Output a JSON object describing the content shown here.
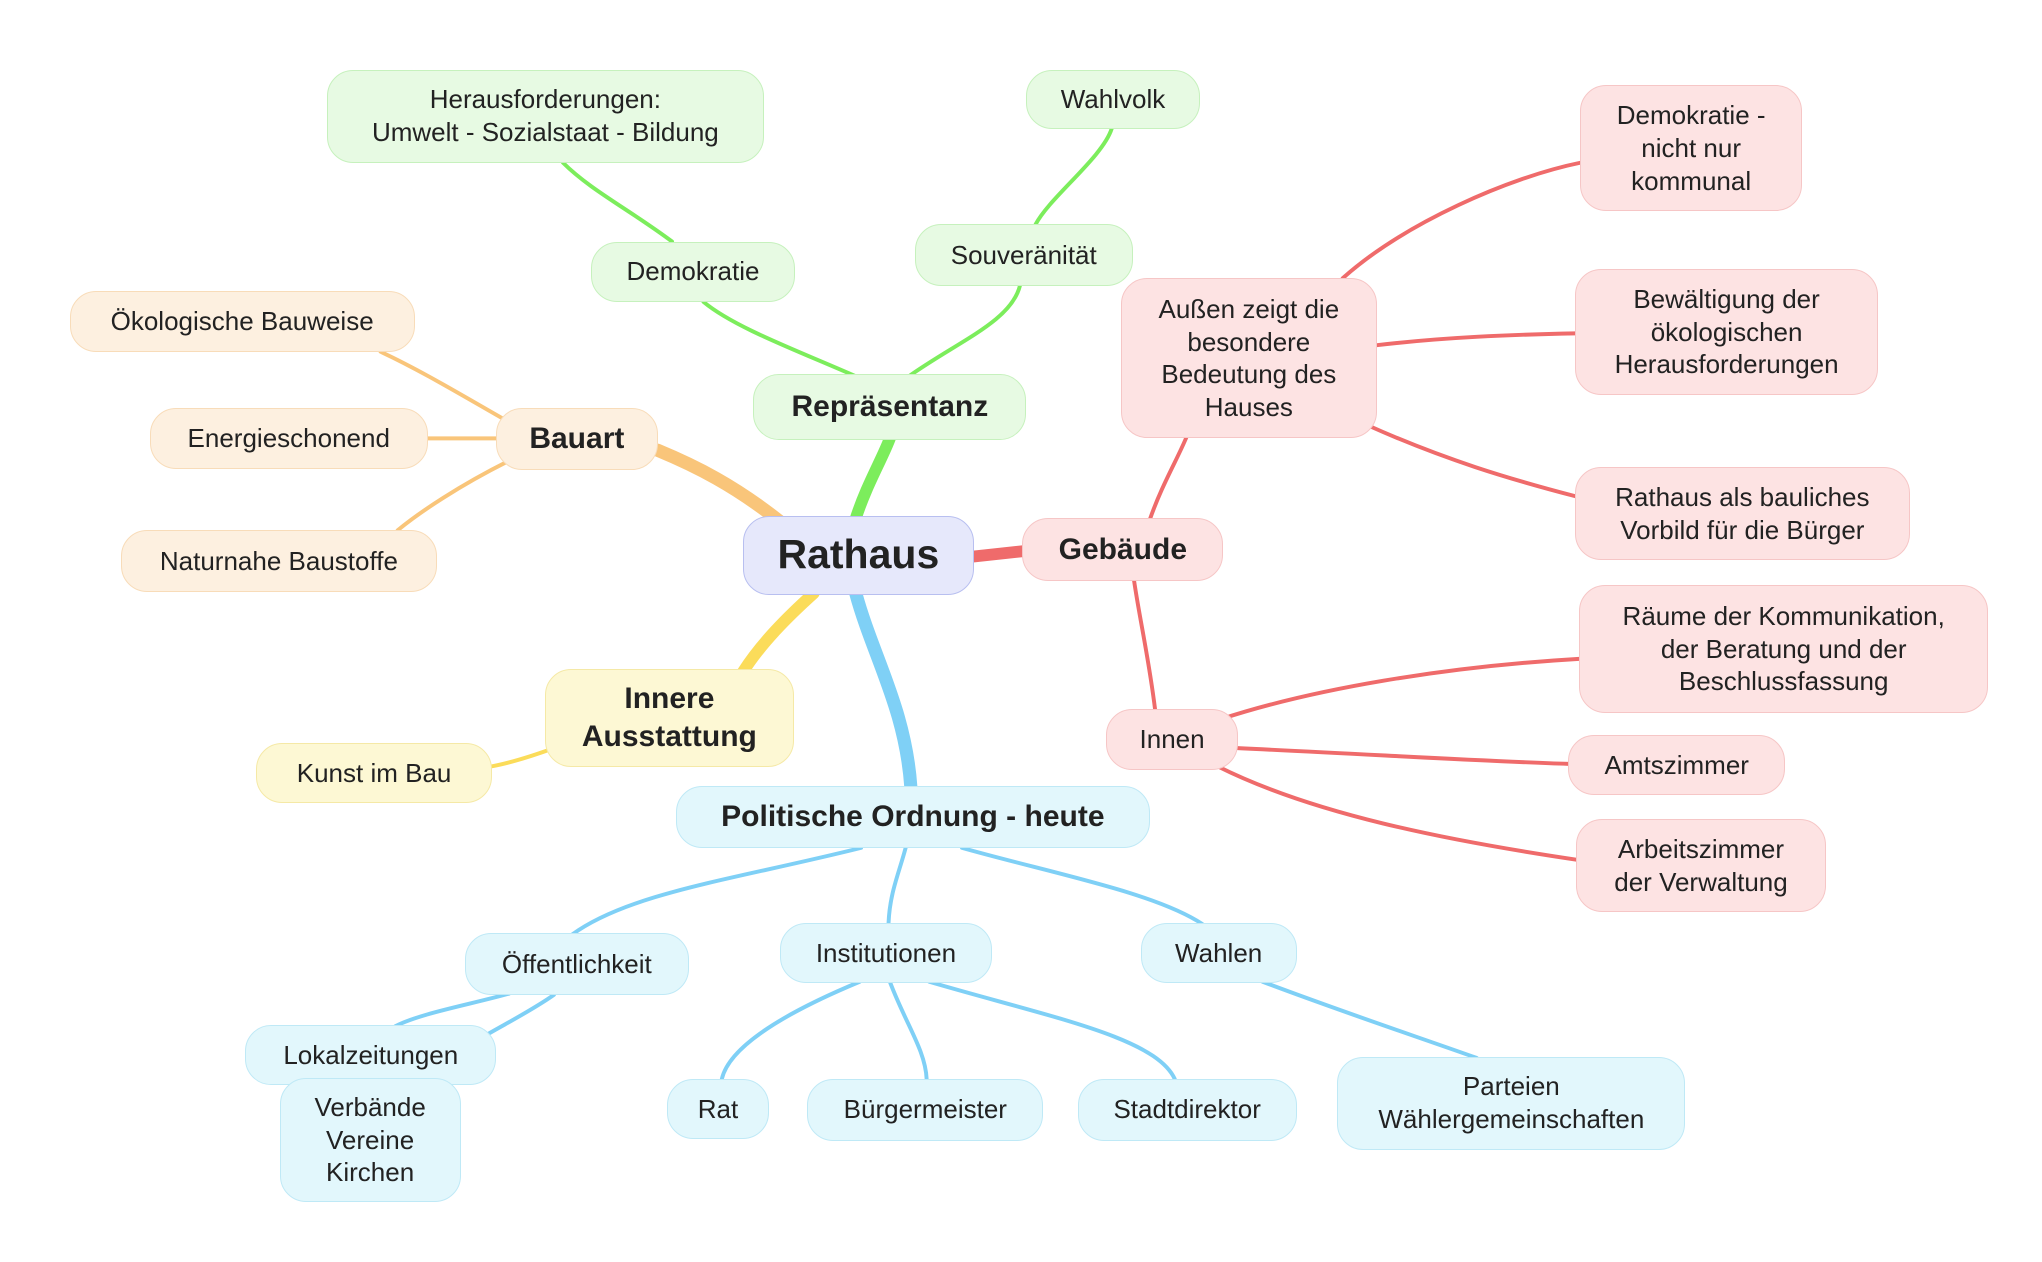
{
  "colors": {
    "root": {
      "fill": "#e6e8fb",
      "stroke": "#b8bff0"
    },
    "green": {
      "fill": "#e7fae3",
      "stroke": "#c6f1bd",
      "line": "#7ced5c"
    },
    "orange": {
      "fill": "#fdf0e0",
      "stroke": "#f8dcb9",
      "line": "#f9c57a"
    },
    "yellow": {
      "fill": "#fdf8d4",
      "stroke": "#f5e9a6",
      "line": "#fbdc5a"
    },
    "blue": {
      "fill": "#e2f7fc",
      "stroke": "#bfe9f6",
      "line": "#7fd0f6"
    },
    "red": {
      "fill": "#fde3e3",
      "stroke": "#f6c6c6",
      "line": "#ef6b6b"
    }
  },
  "mindmap": {
    "root": {
      "id": "rathaus",
      "label": "Rathaus"
    },
    "nodes": [
      {
        "id": "repraesentanz",
        "label": "Repräsentanz",
        "parent": "rathaus",
        "branch": "green",
        "level": "main"
      },
      {
        "id": "demokratie",
        "label": "Demokratie",
        "parent": "repraesentanz",
        "branch": "green",
        "level": "sub"
      },
      {
        "id": "herausforderungen",
        "label": "Herausforderungen:\nUmwelt - Sozialstaat - Bildung",
        "parent": "demokratie",
        "branch": "green",
        "level": "leaf"
      },
      {
        "id": "souveraenitaet",
        "label": "Souveränität",
        "parent": "repraesentanz",
        "branch": "green",
        "level": "sub"
      },
      {
        "id": "wahlvolk",
        "label": "Wahlvolk",
        "parent": "souveraenitaet",
        "branch": "green",
        "level": "leaf"
      },
      {
        "id": "bauart",
        "label": "Bauart",
        "parent": "rathaus",
        "branch": "orange",
        "level": "main"
      },
      {
        "id": "oekologische-bauweise",
        "label": "Ökologische Bauweise",
        "parent": "bauart",
        "branch": "orange",
        "level": "leaf"
      },
      {
        "id": "energieschonend",
        "label": "Energieschonend",
        "parent": "bauart",
        "branch": "orange",
        "level": "leaf"
      },
      {
        "id": "naturnahe-baustoffe",
        "label": "Naturnahe Baustoffe",
        "parent": "bauart",
        "branch": "orange",
        "level": "leaf"
      },
      {
        "id": "innere-ausstattung",
        "label": "Innere\nAusstattung",
        "parent": "rathaus",
        "branch": "yellow",
        "level": "main"
      },
      {
        "id": "kunst-im-bau",
        "label": "Kunst im  Bau",
        "parent": "innere-ausstattung",
        "branch": "yellow",
        "level": "leaf"
      },
      {
        "id": "politische-ordnung",
        "label": "Politische Ordnung - heute",
        "parent": "rathaus",
        "branch": "blue",
        "level": "main"
      },
      {
        "id": "oeffentlichkeit",
        "label": "Öffentlichkeit",
        "parent": "politische-ordnung",
        "branch": "blue",
        "level": "sub"
      },
      {
        "id": "lokalzeitungen",
        "label": "Lokalzeitungen",
        "parent": "oeffentlichkeit",
        "branch": "blue",
        "level": "leaf"
      },
      {
        "id": "verbaende",
        "label": "Verbände\nVereine\nKirchen",
        "parent": "oeffentlichkeit",
        "branch": "blue",
        "level": "leaf"
      },
      {
        "id": "institutionen",
        "label": "Institutionen",
        "parent": "politische-ordnung",
        "branch": "blue",
        "level": "sub"
      },
      {
        "id": "rat",
        "label": "Rat",
        "parent": "institutionen",
        "branch": "blue",
        "level": "leaf"
      },
      {
        "id": "buergermeister",
        "label": "Bürgermeister",
        "parent": "institutionen",
        "branch": "blue",
        "level": "leaf"
      },
      {
        "id": "stadtdirektor",
        "label": "Stadtdirektor",
        "parent": "institutionen",
        "branch": "blue",
        "level": "leaf"
      },
      {
        "id": "wahlen",
        "label": "Wahlen",
        "parent": "politische-ordnung",
        "branch": "blue",
        "level": "sub"
      },
      {
        "id": "parteien",
        "label": "Parteien\nWählergemeinschaften",
        "parent": "wahlen",
        "branch": "blue",
        "level": "leaf"
      },
      {
        "id": "gebaeude",
        "label": "Gebäude",
        "parent": "rathaus",
        "branch": "red",
        "level": "main"
      },
      {
        "id": "aussen",
        "label": "Außen zeigt die\nbesondere\nBedeutung des\nHauses",
        "parent": "gebaeude",
        "branch": "red",
        "level": "sub"
      },
      {
        "id": "demokratie-kommunal",
        "label": "Demokratie -\nnicht nur\nkommunal",
        "parent": "aussen",
        "branch": "red",
        "level": "leaf"
      },
      {
        "id": "bewaeltigung",
        "label": "Bewältigung der\nökologischen\nHerausforderungen",
        "parent": "aussen",
        "branch": "red",
        "level": "leaf"
      },
      {
        "id": "vorbild",
        "label": "Rathaus als bauliches\nVorbild für die Bürger",
        "parent": "aussen",
        "branch": "red",
        "level": "leaf"
      },
      {
        "id": "innen",
        "label": "Innen",
        "parent": "gebaeude",
        "branch": "red",
        "level": "sub"
      },
      {
        "id": "raeume",
        "label": "Räume der Kommunikation,\nder Beratung und der\nBeschlussfassung",
        "parent": "innen",
        "branch": "red",
        "level": "leaf"
      },
      {
        "id": "amtszimmer",
        "label": "Amtszimmer",
        "parent": "innen",
        "branch": "red",
        "level": "leaf"
      },
      {
        "id": "arbeitszimmer",
        "label": "Arbeitszimmer\nder Verwaltung",
        "parent": "innen",
        "branch": "red",
        "level": "leaf"
      }
    ]
  }
}
